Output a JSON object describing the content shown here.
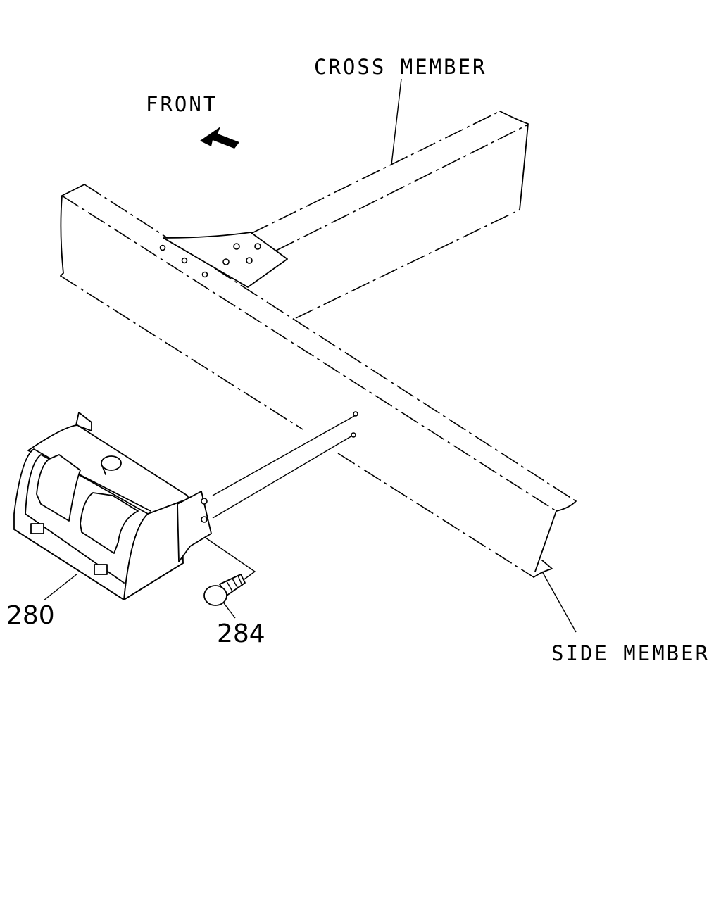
{
  "labels": {
    "cross_member": "CROSS MEMBER",
    "front": "FRONT",
    "side_member": "SIDE MEMBER",
    "part_280": "280",
    "part_284": "284"
  },
  "colors": {
    "line": "#000000",
    "background": "#ffffff"
  },
  "icons": {
    "direction": "front-arrow-icon"
  }
}
